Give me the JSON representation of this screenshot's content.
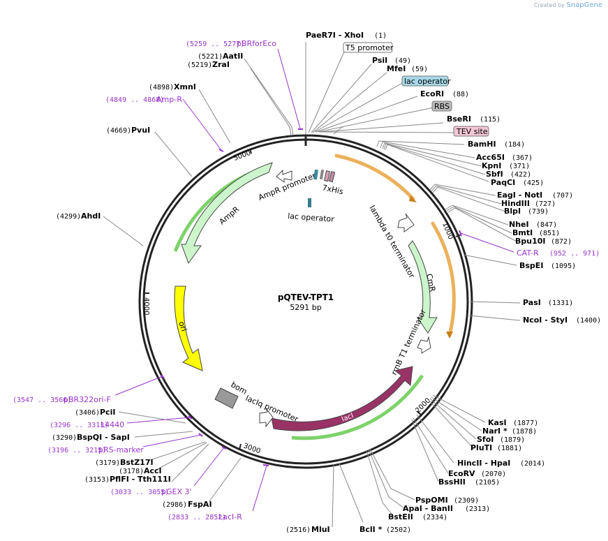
{
  "brand": {
    "prefix": "Created by",
    "name": "SnapGene"
  },
  "plasmid": {
    "name": "pQTEV-TPT1",
    "size_label": "5291 bp",
    "length": 5291
  },
  "ticks": [
    "1000",
    "2000",
    "3000",
    "4000",
    "5000"
  ],
  "sites": [
    {
      "name": "PaeR7I  - XhoI",
      "pos": "(1)"
    },
    {
      "name": "PsiI",
      "pos": "(49)"
    },
    {
      "name": "MfeI",
      "pos": "(59)"
    },
    {
      "name": "EcoRI",
      "pos": "(88)"
    },
    {
      "name": "BseRI",
      "pos": "(115)"
    },
    {
      "name": "BamHI",
      "pos": "(184)"
    },
    {
      "name": "Acc65I",
      "pos": "(367)"
    },
    {
      "name": "KpnI",
      "pos": "(371)"
    },
    {
      "name": "SbfI",
      "pos": "(422)"
    },
    {
      "name": "PaqCI",
      "pos": "(425)"
    },
    {
      "name": "EagI  - NotI",
      "pos": "(707)"
    },
    {
      "name": "HindIII",
      "pos": "(727)"
    },
    {
      "name": "BlpI",
      "pos": "(739)"
    },
    {
      "name": "NheI",
      "pos": "(847)"
    },
    {
      "name": "BmtI",
      "pos": "(851)"
    },
    {
      "name": "Bpu10I",
      "pos": "(872)"
    },
    {
      "name": "BspEI",
      "pos": "(1095)"
    },
    {
      "name": "PasI",
      "pos": "(1331)"
    },
    {
      "name": "NcoI  - StyI",
      "pos": "(1400)"
    },
    {
      "name": "KasI",
      "pos": "(1877)"
    },
    {
      "name": "NarI *",
      "pos": "(1878)"
    },
    {
      "name": "SfoI",
      "pos": "(1879)"
    },
    {
      "name": "PluTI",
      "pos": "(1881)"
    },
    {
      "name": "HincII  - HpaI",
      "pos": "(2014)"
    },
    {
      "name": "EcoRV",
      "pos": "(2070)"
    },
    {
      "name": "BssHII",
      "pos": "(2105)"
    },
    {
      "name": "PspOMI",
      "pos": "(2309)"
    },
    {
      "name": "ApaI  - BanII",
      "pos": "(2313)"
    },
    {
      "name": "BstEII",
      "pos": "(2334)"
    },
    {
      "name": "BclI *",
      "pos": "(2502)"
    },
    {
      "name": "MluI",
      "pos": "(2516)"
    },
    {
      "name": "FspAI",
      "pos": "(2986)"
    },
    {
      "name": "PflFI  - Tth111I",
      "pos": "(3153)"
    },
    {
      "name": "AccI",
      "pos": "(3178)"
    },
    {
      "name": "BstZ17I",
      "pos": "(3179)"
    },
    {
      "name": "BspQI  - SapI",
      "pos": "(3290)"
    },
    {
      "name": "PciI",
      "pos": "(3406)"
    },
    {
      "name": "AhdI",
      "pos": "(4299)"
    },
    {
      "name": "PvuI",
      "pos": "(4669)"
    },
    {
      "name": "XmnI",
      "pos": "(4898)"
    },
    {
      "name": "ZraI",
      "pos": "(5219)"
    },
    {
      "name": "AatII",
      "pos": "(5221)"
    }
  ],
  "primers": [
    {
      "name": "pBRforEco",
      "range": "(5259 .. 5277)"
    },
    {
      "name": "Amp-R",
      "range": "(4849 .. 4868)"
    },
    {
      "name": "CAT-R",
      "range": "(952 .. 971)"
    },
    {
      "name": "pBR322ori-F",
      "range": "(3547 .. 3566)"
    },
    {
      "name": "L4440",
      "range": "(3296 .. 3313)"
    },
    {
      "name": "pRS-marker",
      "range": "(3196 .. 3215)"
    },
    {
      "name": "pGEX 3'",
      "range": "(3033 .. 3055)"
    },
    {
      "name": "LacI-R",
      "range": "(2833 .. 2852)"
    }
  ],
  "callout_features": [
    "T5 promoter",
    "lac operator",
    "RBS",
    "TEV site"
  ],
  "features": {
    "amp_promoter": "AmpR promoter",
    "ampr": "AmpR",
    "his": "7xHis",
    "lac_operator": "lac operator",
    "lambda": "lambda t0 terminator",
    "cmr": "CmR",
    "rrnb": "rrnB T1 terminator",
    "laci": "lacI",
    "laciq": "lacIq promoter",
    "bom": "bom",
    "ori": "ori"
  },
  "colors": {
    "backbone": "#222222",
    "ampr": "#ccf5cc",
    "cmr": "#ccf5cc",
    "ori": "#ffff00",
    "laci": "#993366",
    "bom": "#999999",
    "orf_highlight": "#e8a33d",
    "primer": "#9933cc",
    "lac_operator_fill": "#a8d8e8",
    "rbs_fill": "#bbbbbb",
    "tev_fill": "#f2c6d4"
  }
}
